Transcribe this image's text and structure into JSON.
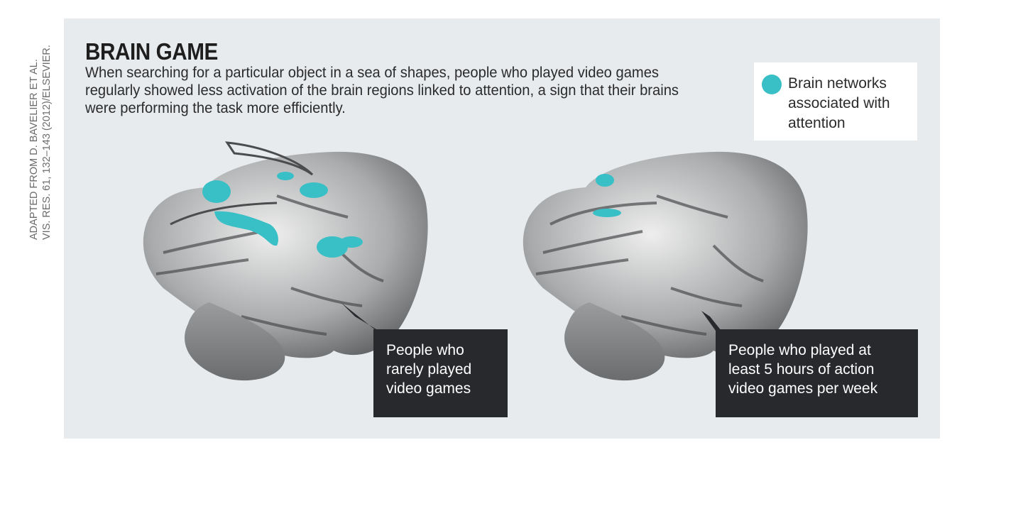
{
  "credit": {
    "line1": "ADAPTED FROM D. BAVELIER ET AL.",
    "line2": "VIS. RES. 61, 132–143 (2012)/ELSEVIER."
  },
  "header": {
    "title": "BRAIN GAME",
    "subtitle": "When searching for a particular object in a sea of shapes, people who played video games regularly showed less activation of the brain regions linked to attention, a sign that their brains were performing the task more efficiently."
  },
  "legend": {
    "label": "Brain networks associated with attention",
    "color": "#39bfc6"
  },
  "callouts": [
    {
      "text": "People who rarely played video games"
    },
    {
      "text": "People who played at least 5 hours of action video games per week"
    }
  ],
  "colors": {
    "highlight": "#39bfc6",
    "panel": "#e8ebee",
    "callout_bg": "#27292d"
  }
}
